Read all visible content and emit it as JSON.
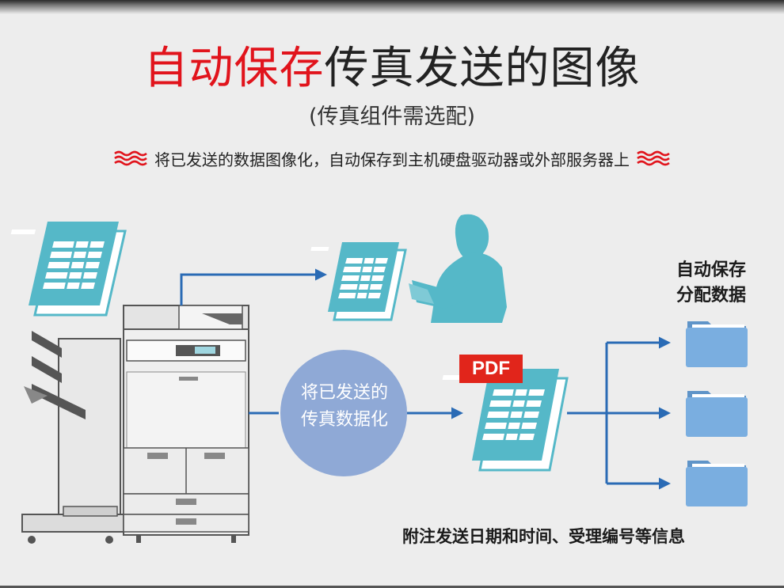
{
  "header": {
    "title_highlight": "自动保存",
    "title_rest": "传真发送的图像",
    "subtitle": "(传真组件需选配)",
    "tagline": "将已发送的数据图像化，自动保存到主机硬盘驱动器或外部服务器上"
  },
  "diagram": {
    "circle_line1": "将已发送的",
    "circle_line2": "传真数据化",
    "pdf_tag": "PDF",
    "storage_line1": "自动保存",
    "storage_line2": "分配数据",
    "footnote": "附注发送日期和时间、受理编号等信息"
  },
  "colors": {
    "accent_red": "#e1141c",
    "document_teal": "#55b8c8",
    "arrow_blue": "#2a6bb5",
    "circle_blue": "#8fa9d6",
    "folder_blue": "#7aaee0"
  }
}
